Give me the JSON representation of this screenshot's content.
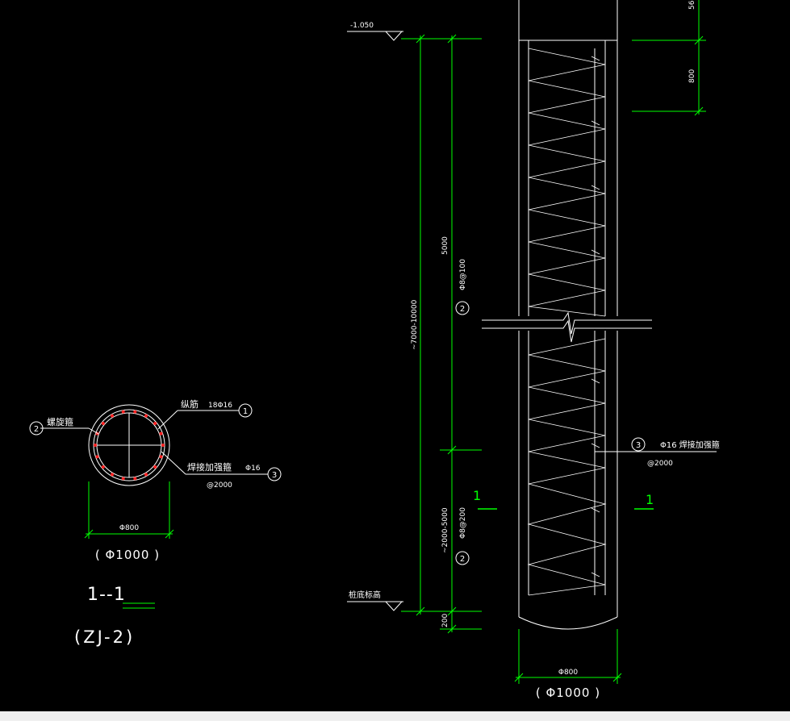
{
  "colors": {
    "background": "#000000",
    "line_white": "#ffffff",
    "dimension_green": "#00ff00",
    "rebar_red": "#ff2020"
  },
  "elevation": {
    "top_level": "-1.050",
    "pile_bottom": "桩底标高"
  },
  "dimensions": {
    "top_partial": "56",
    "top_800": "800",
    "total_length": "~7000-10000",
    "upper_5000": "5000",
    "lower_range": "~2000-5000",
    "bottom_200": "200",
    "diameter_inner": "Φ800",
    "diameter_outer": "( Φ1000 )"
  },
  "spiral": {
    "upper": "Φ8@100",
    "lower": "Φ8@200"
  },
  "callouts": {
    "one": "1",
    "two": "2",
    "three": "3"
  },
  "labels": {
    "spiral_stirrup": "螺旋箍",
    "longitudinal": "纵筋",
    "longitudinal_spec": "18Φ16",
    "weld_ring_cross": "焊接加强箍",
    "weld_ring_spec_cross": "Φ16",
    "weld_ring_spacing": "@2000",
    "weld_ring_elev": "Φ16 焊接加强箍"
  },
  "section": {
    "mark": "1",
    "title": "1--1",
    "pile_type": "(ZJ-2)"
  }
}
